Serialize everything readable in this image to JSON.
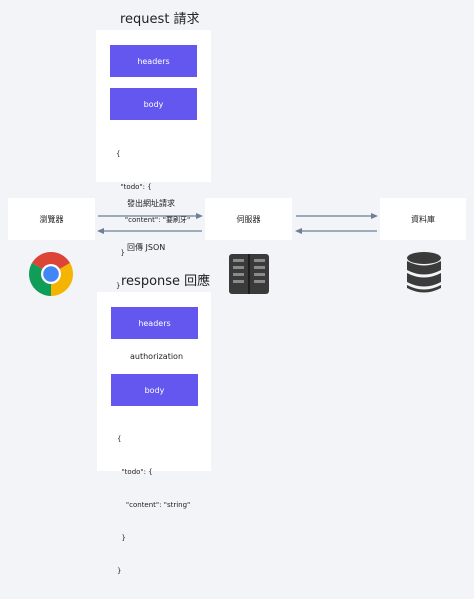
{
  "request": {
    "title": "request 請求",
    "headers_label": "headers",
    "body_label": "body",
    "body_json": [
      "{",
      "  \"todo\": {",
      "    \"content\": \"要刷牙\"",
      "  }",
      "}"
    ]
  },
  "response": {
    "title": "response 回應",
    "headers_label": "headers",
    "auth_label": "authorization",
    "body_label": "body",
    "body_json": [
      "{",
      "  \"todo\": {",
      "    \"content\": \"string\"",
      "  }",
      "}"
    ]
  },
  "nodes": {
    "browser": "瀏覽器",
    "server": "伺服器",
    "database": "資料庫"
  },
  "arrows": {
    "send_label": "發出網址請求",
    "return_label": "回傳 JSON"
  },
  "colors": {
    "accent": "#6357f0",
    "background": "#f2f4f7",
    "arrow": "#6b7f99"
  },
  "icons": {
    "browser": "chrome-icon",
    "server": "server-icon",
    "database": "database-icon"
  }
}
